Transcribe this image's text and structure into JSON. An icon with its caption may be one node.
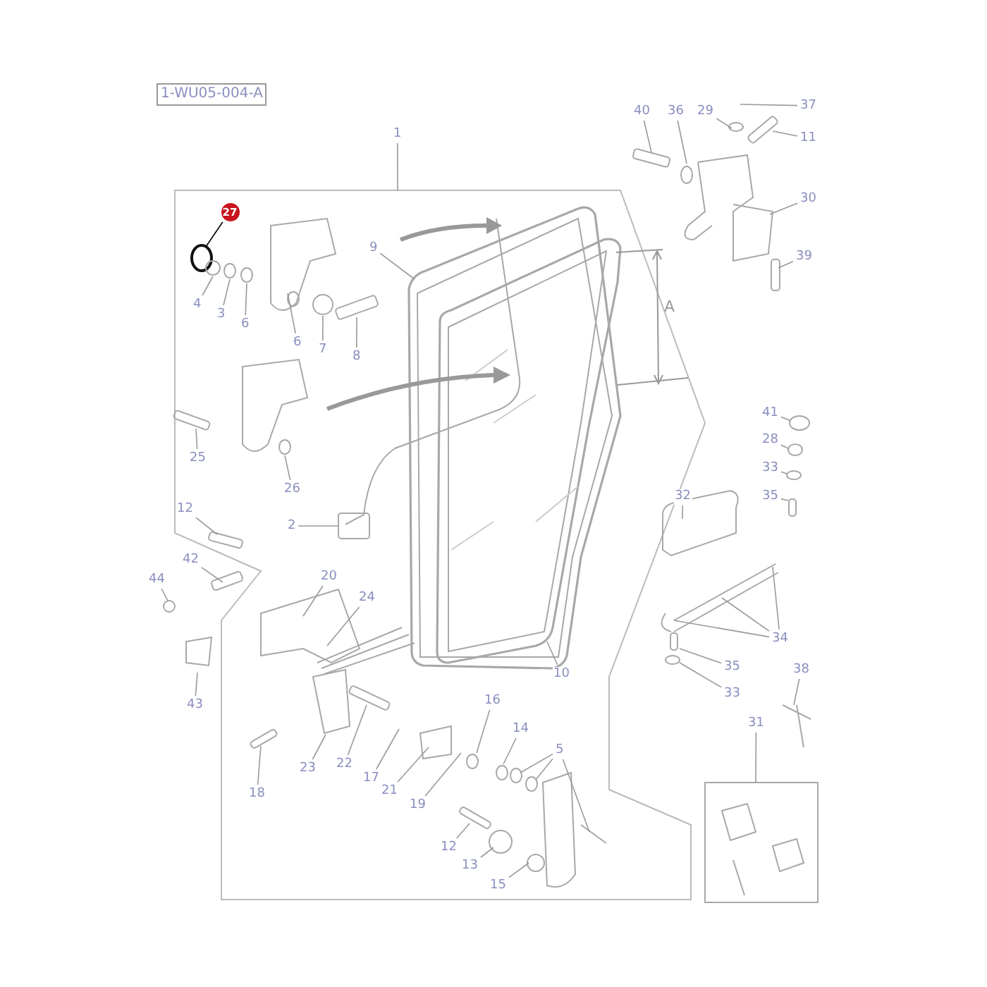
{
  "diagram": {
    "nodes": [
      {
        "text": [
          "1-WU05-004-A"
        ]
      },
      {
        "text": [
          "37"
        ]
      },
      {
        "text": [
          "40"
        ]
      },
      {
        "text": [
          "36"
        ]
      },
      {
        "text": [
          "29"
        ]
      },
      {
        "text": [
          "1"
        ]
      },
      {
        "text": [
          "11"
        ]
      },
      {
        "text": [
          "30"
        ]
      },
      {
        "text": [
          "27"
        ]
      },
      {
        "text": [
          "9"
        ]
      },
      {
        "text": [
          "39"
        ]
      },
      {
        "text": [
          "4"
        ]
      },
      {
        "text": [
          "3"
        ]
      },
      {
        "text": [
          "6"
        ]
      },
      {
        "text": [
          "6"
        ]
      },
      {
        "text": [
          "7"
        ]
      },
      {
        "text": [
          "8"
        ]
      },
      {
        "text": [
          "41"
        ]
      },
      {
        "text": [
          "28"
        ]
      },
      {
        "text": [
          "25"
        ]
      },
      {
        "text": [
          "33"
        ]
      },
      {
        "text": [
          "26"
        ]
      },
      {
        "text": [
          "32"
        ]
      },
      {
        "text": [
          "35"
        ]
      },
      {
        "text": [
          "12"
        ]
      },
      {
        "text": [
          "2"
        ]
      },
      {
        "text": [
          "42"
        ]
      },
      {
        "text": [
          "20"
        ]
      },
      {
        "text": [
          "44"
        ]
      },
      {
        "text": [
          "24"
        ]
      },
      {
        "text": [
          "34"
        ]
      },
      {
        "text": [
          "35"
        ]
      },
      {
        "text": [
          "38"
        ]
      },
      {
        "text": [
          "10"
        ]
      },
      {
        "text": [
          "33"
        ]
      },
      {
        "text": [
          "16"
        ]
      },
      {
        "text": [
          "43"
        ]
      },
      {
        "text": [
          "31"
        ]
      },
      {
        "text": [
          "14"
        ]
      },
      {
        "text": [
          "5"
        ]
      },
      {
        "text": [
          "22"
        ]
      },
      {
        "text": [
          "23"
        ]
      },
      {
        "text": [
          "17"
        ]
      },
      {
        "text": [
          "21"
        ]
      },
      {
        "text": [
          "18"
        ]
      },
      {
        "text": [
          "19"
        ]
      },
      {
        "text": [
          "12"
        ]
      },
      {
        "text": [
          "13"
        ]
      },
      {
        "text": [
          "15"
        ]
      }
    ],
    "edges": [
      {
        "from": 1,
        "to": null,
        "arrow": "none"
      },
      {
        "from": 2,
        "to": null,
        "arrow": "none"
      },
      {
        "from": 3,
        "to": null,
        "arrow": "none"
      },
      {
        "from": 4,
        "to": null,
        "arrow": "none"
      },
      {
        "from": 5,
        "to": null,
        "arrow": "none"
      },
      {
        "from": 6,
        "to": null,
        "arrow": "none"
      },
      {
        "from": 7,
        "to": null,
        "arrow": "none"
      },
      {
        "from": 8,
        "to": null,
        "arrow": "none",
        "color": "#000000"
      },
      {
        "from": 9,
        "to": null,
        "arrow": "none"
      },
      {
        "from": 10,
        "to": null,
        "arrow": "none"
      },
      {
        "from": 11,
        "to": null,
        "arrow": "none"
      },
      {
        "from": 12,
        "to": null,
        "arrow": "none"
      },
      {
        "from": 13,
        "to": null,
        "arrow": "none"
      },
      {
        "from": 14,
        "to": null,
        "arrow": "none"
      },
      {
        "from": 15,
        "to": null,
        "arrow": "none"
      },
      {
        "from": 16,
        "to": null,
        "arrow": "none"
      },
      {
        "from": 17,
        "to": null,
        "arrow": "none"
      },
      {
        "from": 18,
        "to": null,
        "arrow": "none"
      },
      {
        "from": 19,
        "to": null,
        "arrow": "none"
      },
      {
        "from": 20,
        "to": null,
        "arrow": "none"
      },
      {
        "from": 21,
        "to": null,
        "arrow": "none"
      },
      {
        "from": 22,
        "to": null,
        "arrow": "none"
      },
      {
        "from": 23,
        "to": null,
        "arrow": "none"
      },
      {
        "from": 24,
        "to": null,
        "arrow": "none"
      },
      {
        "from": 25,
        "to": null,
        "arrow": "none"
      },
      {
        "from": 26,
        "to": null,
        "arrow": "none"
      },
      {
        "from": 27,
        "to": null,
        "arrow": "none"
      },
      {
        "from": 28,
        "to": null,
        "arrow": "none"
      },
      {
        "from": 29,
        "to": null,
        "arrow": "none"
      },
      {
        "from": 30,
        "to": null,
        "arrow": "none"
      },
      {
        "from": 30,
        "to": null,
        "arrow": "none"
      },
      {
        "from": 30,
        "to": null,
        "arrow": "none"
      },
      {
        "from": 31,
        "to": null,
        "arrow": "none"
      },
      {
        "from": 32,
        "to": null,
        "arrow": "none"
      },
      {
        "from": 33,
        "to": null,
        "arrow": "none"
      },
      {
        "from": 34,
        "to": null,
        "arrow": "none"
      },
      {
        "from": 35,
        "to": null,
        "arrow": "none"
      },
      {
        "from": 36,
        "to": null,
        "arrow": "none"
      },
      {
        "from": 37,
        "to": null,
        "arrow": "none"
      },
      {
        "from": 38,
        "to": null,
        "arrow": "none"
      },
      {
        "from": 39,
        "to": null,
        "arrow": "none"
      },
      {
        "from": 39,
        "to": null,
        "arrow": "none"
      },
      {
        "from": 39,
        "to": null,
        "arrow": "none"
      },
      {
        "from": 40,
        "to": null,
        "arrow": "none"
      },
      {
        "from": 41,
        "to": null,
        "arrow": "none"
      },
      {
        "from": 42,
        "to": null,
        "arrow": "none"
      },
      {
        "from": 43,
        "to": null,
        "arrow": "none"
      },
      {
        "from": 44,
        "to": null,
        "arrow": "none"
      },
      {
        "from": 45,
        "to": null,
        "arrow": "none"
      },
      {
        "from": 46,
        "to": null,
        "arrow": "none"
      },
      {
        "from": 47,
        "to": null,
        "arrow": "none"
      },
      {
        "from": 48,
        "to": null,
        "arrow": "none"
      }
    ],
    "labels": [
      "A"
    ]
  }
}
